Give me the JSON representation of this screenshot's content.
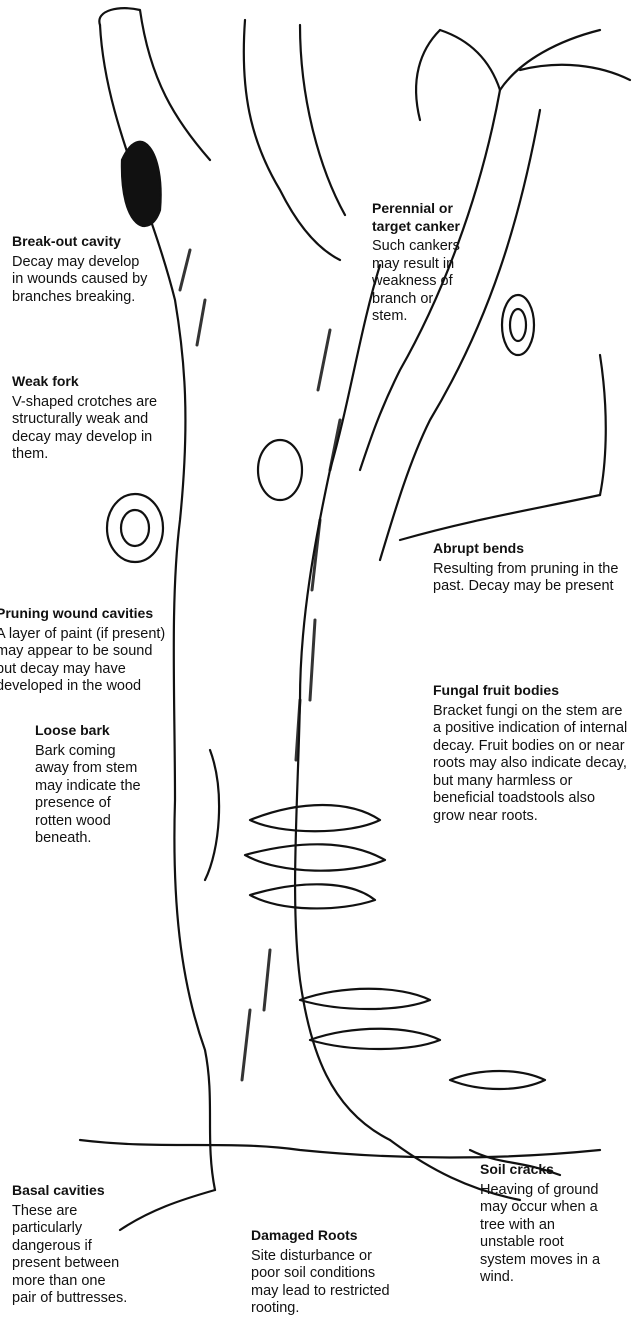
{
  "annotations": [
    {
      "id": "break-out-cavity",
      "title": "Break-out cavity",
      "text": "Decay may develop\nin wounds caused by\nbranches breaking."
    },
    {
      "id": "perennial-canker",
      "title": "Perennial or\ntarget canker",
      "text": "Such cankers\nmay result in\nweakness of\nbranch or\nstem."
    },
    {
      "id": "weak-fork",
      "title": "Weak fork",
      "text": "V-shaped crotches are\nstructurally weak and\ndecay may develop in\nthem."
    },
    {
      "id": "abrupt-bends",
      "title": "Abrupt bends",
      "text": "Resulting from pruning in the\npast. Decay may be present"
    },
    {
      "id": "pruning-wound-cavities",
      "title": "Pruning wound cavities",
      "text": "A layer of paint (if present)\nmay appear to be sound\nbut decay may  have\ndeveloped in the wood"
    },
    {
      "id": "fungal-fruit-bodies",
      "title": "Fungal fruit bodies",
      "text": "Bracket fungi on the stem are\na positive indication of internal\ndecay. Fruit bodies on or near\nroots may also indicate decay,\nbut many harmless or\nbeneficial toadstools also\ngrow near roots."
    },
    {
      "id": "loose-bark",
      "title": "Loose bark",
      "text": "Bark coming\naway from stem\nmay indicate the\npresence of\nrotten wood\nbeneath."
    },
    {
      "id": "soil-cracks",
      "title": "Soil cracks",
      "text": "Heaving of ground\nmay occur when a\ntree with an\nunstable root\nsystem moves in a\nwind."
    },
    {
      "id": "basal-cavities",
      "title": "Basal cavities",
      "text": "These are\nparticularly\ndangerous if\npresent between\nmore than one\npair of buttresses."
    },
    {
      "id": "damaged-roots",
      "title": "Damaged Roots",
      "text": "Site disturbance or\npoor soil conditions\nmay lead to restricted\nrooting."
    }
  ]
}
